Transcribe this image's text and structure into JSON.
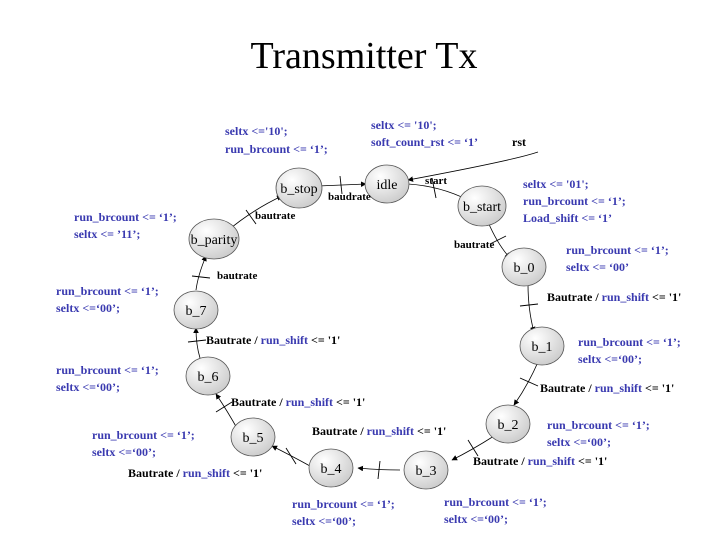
{
  "title": "Transmitter Tx",
  "states": {
    "idle": "idle",
    "b_start": "b_start",
    "b_0": "b_0",
    "b_1": "b_1",
    "b_2": "b_2",
    "b_3": "b_3",
    "b_4": "b_4",
    "b_5": "b_5",
    "b_6": "b_6",
    "b_7": "b_7",
    "b_parity": "b_parity",
    "b_stop": "b_stop"
  },
  "conditions": {
    "start": "start",
    "rst": "rst",
    "baudrate": "baudrate",
    "bautrate": "bautrate",
    "Bautrate": "Bautrate",
    "sep": " / ",
    "run_shift": "run_shift",
    "shift_assign": " <= '1'"
  },
  "actions": {
    "run_brcount": "run_brcount",
    "seltx": "seltx",
    "soft_count_rst": "soft_count_rst",
    "Load_shift": "Load_shift",
    "one": " <= ‘1’;",
    "one_nosemi": " <= ‘1’",
    "one_tight": " <=‘1’;",
    "v00": " <=‘00’;",
    "v00_spaced": " <= ‘00’",
    "v01": " <= '01';",
    "v10": " <= '10';",
    "v10_tight": " <='10';",
    "v11": " <= ’11’;"
  },
  "colors": {
    "signal": "#3a3ab0",
    "text": "#000000",
    "state_fill_light": "#ffffff",
    "state_fill_dark": "#c8c8c8"
  }
}
